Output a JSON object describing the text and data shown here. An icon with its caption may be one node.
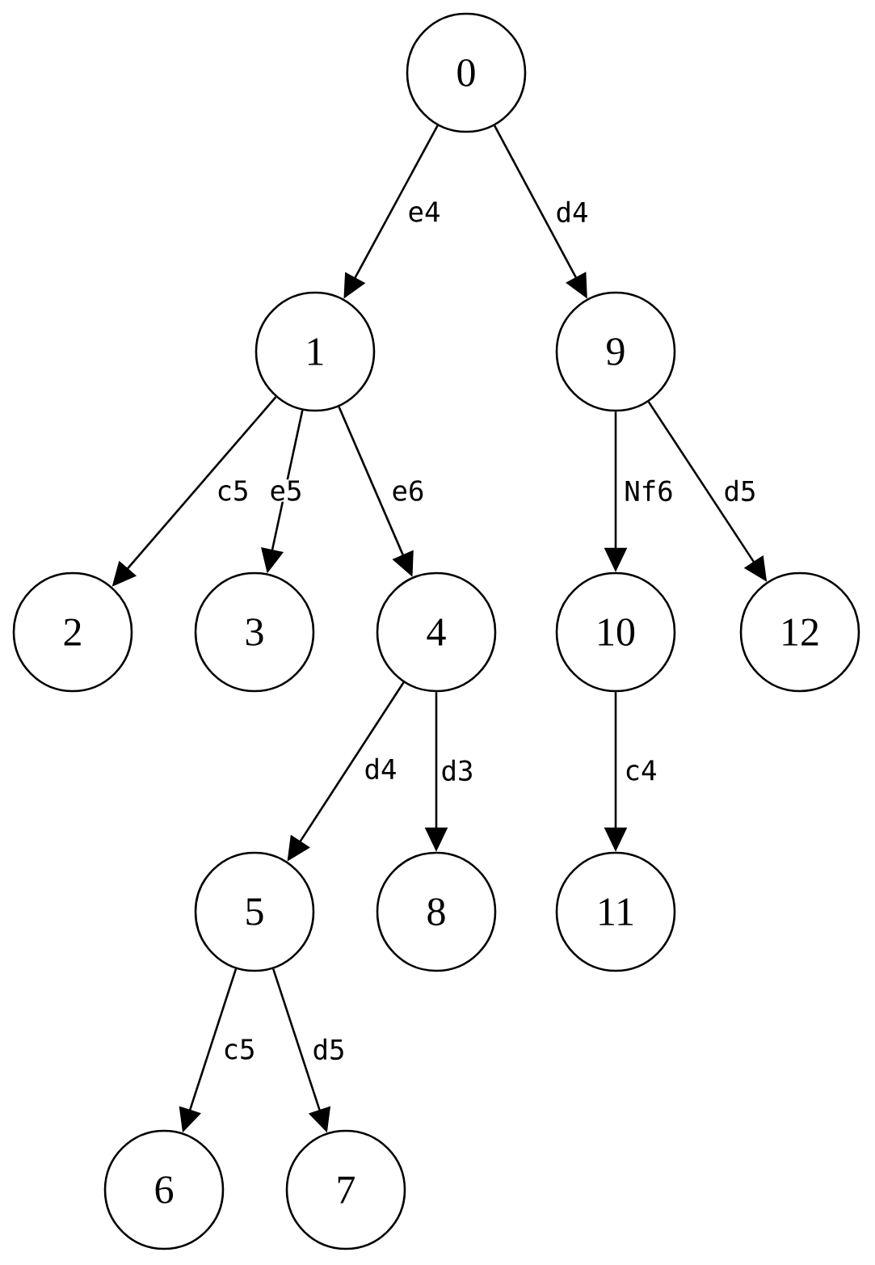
{
  "diagram": {
    "nodes": [
      {
        "text": [
          "0"
        ]
      },
      {
        "text": [
          "1"
        ]
      },
      {
        "text": [
          "9"
        ]
      },
      {
        "text": [
          "2"
        ]
      },
      {
        "text": [
          "3"
        ]
      },
      {
        "text": [
          "4"
        ]
      },
      {
        "text": [
          "10"
        ]
      },
      {
        "text": [
          "12"
        ]
      },
      {
        "text": [
          "5"
        ]
      },
      {
        "text": [
          "8"
        ]
      },
      {
        "text": [
          "11"
        ]
      },
      {
        "text": [
          "6"
        ]
      },
      {
        "text": [
          "7"
        ]
      }
    ],
    "edges": [
      {
        "from": 0,
        "to": 1,
        "arrow": "to",
        "label": "e4"
      },
      {
        "from": 0,
        "to": 2,
        "arrow": "to",
        "label": "d4"
      },
      {
        "from": 1,
        "to": 3,
        "arrow": "to",
        "label": "c5"
      },
      {
        "from": 1,
        "to": 4,
        "arrow": "to",
        "label": "e5"
      },
      {
        "from": 1,
        "to": 5,
        "arrow": "to",
        "label": "e6"
      },
      {
        "from": 2,
        "to": 6,
        "arrow": "to",
        "label": "Nf6"
      },
      {
        "from": 2,
        "to": 7,
        "arrow": "to",
        "label": "d5"
      },
      {
        "from": 5,
        "to": 8,
        "arrow": "to",
        "label": "d4"
      },
      {
        "from": 5,
        "to": 9,
        "arrow": "to",
        "label": "d3"
      },
      {
        "from": 6,
        "to": 10,
        "arrow": "to",
        "label": "c4"
      },
      {
        "from": 8,
        "to": 11,
        "arrow": "to",
        "label": "c5"
      },
      {
        "from": 8,
        "to": 12,
        "arrow": "to",
        "label": "d5"
      }
    ]
  }
}
